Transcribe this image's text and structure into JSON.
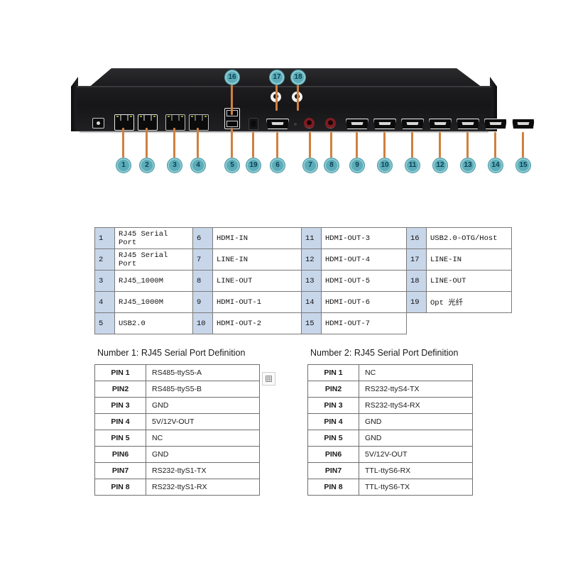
{
  "device": {
    "alt": "Rear panel of rackmount media device with numbered port callouts",
    "callouts": [
      {
        "n": "1"
      },
      {
        "n": "2"
      },
      {
        "n": "3"
      },
      {
        "n": "4"
      },
      {
        "n": "5"
      },
      {
        "n": "6"
      },
      {
        "n": "7"
      },
      {
        "n": "8"
      },
      {
        "n": "9"
      },
      {
        "n": "10"
      },
      {
        "n": "11"
      },
      {
        "n": "12"
      },
      {
        "n": "13"
      },
      {
        "n": "14"
      },
      {
        "n": "15"
      },
      {
        "n": "16"
      },
      {
        "n": "17"
      },
      {
        "n": "18"
      },
      {
        "n": "19"
      }
    ],
    "accent_lead_color": "#d0803f",
    "badge_color": "#5bacb8",
    "badge_text_color": "#0e3f52"
  },
  "port_table": {
    "num_cell_bg": "#c8d6ea",
    "rows": [
      [
        {
          "n": "1",
          "v": "RJ45 Serial Port"
        },
        {
          "n": "6",
          "v": "HDMI-IN"
        },
        {
          "n": "11",
          "v": "HDMI-OUT-3"
        },
        {
          "n": "16",
          "v": "USB2.0-OTG/Host"
        }
      ],
      [
        {
          "n": "2",
          "v": "RJ45 Serial Port"
        },
        {
          "n": "7",
          "v": "LINE-IN"
        },
        {
          "n": "12",
          "v": "HDMI-OUT-4"
        },
        {
          "n": "17",
          "v": "LINE-IN"
        }
      ],
      [
        {
          "n": "3",
          "v": "RJ45_1000M"
        },
        {
          "n": "8",
          "v": "LINE-OUT"
        },
        {
          "n": "13",
          "v": "HDMI-OUT-5"
        },
        {
          "n": "18",
          "v": "LINE-OUT"
        }
      ],
      [
        {
          "n": "4",
          "v": "RJ45_1000M"
        },
        {
          "n": "9",
          "v": "HDMI-OUT-1"
        },
        {
          "n": "14",
          "v": "HDMI-OUT-6"
        },
        {
          "n": "19",
          "v": "Opt 光纤"
        }
      ],
      [
        {
          "n": "5",
          "v": "USB2.0"
        },
        {
          "n": "10",
          "v": "HDMI-OUT-2"
        },
        {
          "n": "15",
          "v": "HDMI-OUT-7"
        },
        {
          "n": "",
          "v": ""
        }
      ]
    ]
  },
  "pin_table_1": {
    "title": "Number 1: RJ45 Serial Port Definition",
    "rows": [
      {
        "pin": "PIN 1",
        "signal": "RS485-ttyS5-A"
      },
      {
        "pin": "PIN2",
        "signal": "RS485-ttyS5-B"
      },
      {
        "pin": "PIN 3",
        "signal": "GND"
      },
      {
        "pin": "PIN 4",
        "signal": "5V/12V-OUT"
      },
      {
        "pin": "PIN 5",
        "signal": "NC"
      },
      {
        "pin": "PIN6",
        "signal": "GND"
      },
      {
        "pin": "PIN7",
        "signal": "RS232-ttyS1-TX"
      },
      {
        "pin": "PIN 8",
        "signal": "RS232-ttyS1-RX"
      }
    ]
  },
  "pin_table_2": {
    "title": "Number 2: RJ45 Serial Port Definition",
    "rows": [
      {
        "pin": "PIN 1",
        "signal": "NC"
      },
      {
        "pin": "PIN2",
        "signal": "RS232-ttyS4-TX"
      },
      {
        "pin": "PIN 3",
        "signal": "RS232-ttyS4-RX"
      },
      {
        "pin": "PIN 4",
        "signal": "GND"
      },
      {
        "pin": "PIN 5",
        "signal": "GND"
      },
      {
        "pin": "PIN6",
        "signal": "5V/12V-OUT"
      },
      {
        "pin": "PIN7",
        "signal": "TTL-ttyS6-RX"
      },
      {
        "pin": "PIN 8",
        "signal": "TTL-ttyS6-TX"
      }
    ]
  }
}
